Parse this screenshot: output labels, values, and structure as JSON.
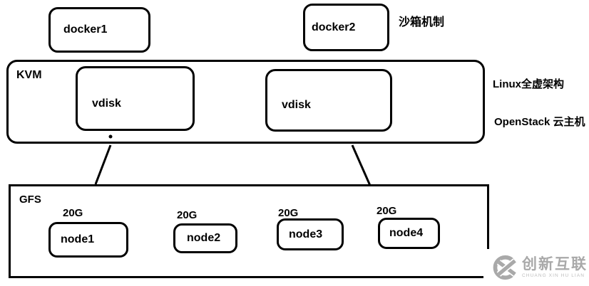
{
  "diagram": {
    "docker1_label": "docker1",
    "docker2_label": "docker2",
    "sandbox_label": "沙箱机制",
    "kvm_label": "KVM",
    "vdisk1_label": "vdisk",
    "vdisk2_label": "vdisk",
    "right_annotation_1": "Linux全虚架构",
    "right_annotation_2": "OpenStack 云主机",
    "gfs_label": "GFS",
    "nodes": [
      {
        "size": "20G",
        "name": "node1"
      },
      {
        "size": "20G",
        "name": "node2"
      },
      {
        "size": "20G",
        "name": "node3"
      },
      {
        "size": "20G",
        "name": "node4"
      }
    ],
    "colors": {
      "line": "#000000",
      "background": "#ffffff",
      "watermark_gray": "#a9a9a9"
    }
  },
  "watermark": {
    "brand": "创新互联",
    "subtitle": "CHUANG XIN HU LIAN"
  }
}
